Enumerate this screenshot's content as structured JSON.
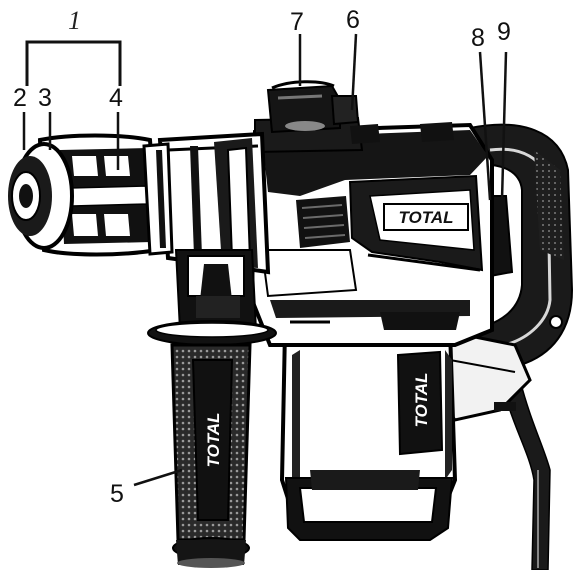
{
  "callouts": {
    "group_1": "1",
    "c2": "2",
    "c3": "3",
    "c4": "4",
    "c5": "5",
    "c6": "6",
    "c7": "7",
    "c8": "8",
    "c9": "9"
  },
  "brand": {
    "body_logo": "TOTAL",
    "motor_logo": "TOTAL",
    "handle_logo": "TOTAL"
  },
  "colors": {
    "ink": "#111111",
    "background": "#ffffff"
  }
}
